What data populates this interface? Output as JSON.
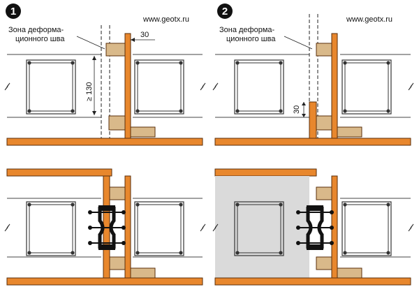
{
  "panels": [
    {
      "number": "1",
      "url": "www.geotx.ru",
      "label_line1": "Зона деформа-",
      "label_line2": "ционного шва",
      "dim_top": "30",
      "dim_side": "≥ 130"
    },
    {
      "number": "2",
      "url": "www.geotx.ru",
      "label_line1": "Зона деформа-",
      "label_line2": "ционного шва",
      "dim_side": "30"
    }
  ],
  "colors": {
    "timber": "#E8872D",
    "timber_outline": "#5A2E0A",
    "block": "#D9B98A",
    "concrete_fill": "#DADADA",
    "line": "#222222"
  }
}
